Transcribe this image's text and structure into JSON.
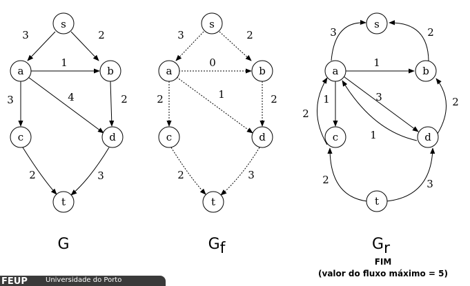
{
  "graphs": [
    {
      "id": "G",
      "caption": "G",
      "caption_sub": "",
      "edges": [
        {
          "from": "s",
          "to": "a",
          "label": "3"
        },
        {
          "from": "s",
          "to": "b",
          "label": "2"
        },
        {
          "from": "a",
          "to": "b",
          "label": "1"
        },
        {
          "from": "a",
          "to": "c",
          "label": "3"
        },
        {
          "from": "a",
          "to": "d",
          "label": "4"
        },
        {
          "from": "b",
          "to": "d",
          "label": "2"
        },
        {
          "from": "c",
          "to": "t",
          "label": "2"
        },
        {
          "from": "d",
          "to": "t",
          "label": "3"
        }
      ]
    },
    {
      "id": "Gf",
      "caption": "G",
      "caption_sub": "f",
      "edges": [
        {
          "from": "s",
          "to": "a",
          "label": "3"
        },
        {
          "from": "s",
          "to": "b",
          "label": "2"
        },
        {
          "from": "a",
          "to": "b",
          "label": "0"
        },
        {
          "from": "a",
          "to": "c",
          "label": "2"
        },
        {
          "from": "a",
          "to": "d",
          "label": "1"
        },
        {
          "from": "b",
          "to": "d",
          "label": "2"
        },
        {
          "from": "c",
          "to": "t",
          "label": "2"
        },
        {
          "from": "d",
          "to": "t",
          "label": "3"
        }
      ]
    },
    {
      "id": "Gr",
      "caption": "G",
      "caption_sub": "r",
      "edges": [
        {
          "from": "a",
          "to": "s",
          "label": "3"
        },
        {
          "from": "b",
          "to": "s",
          "label": "2"
        },
        {
          "from": "a",
          "to": "b",
          "label": "1"
        },
        {
          "from": "a",
          "to": "c",
          "label": "1"
        },
        {
          "from": "c",
          "to": "a",
          "label": "2"
        },
        {
          "from": "a",
          "to": "d",
          "label": "3"
        },
        {
          "from": "d",
          "to": "a",
          "label": "1"
        },
        {
          "from": "d",
          "to": "b",
          "label": "2"
        },
        {
          "from": "t",
          "to": "c",
          "label": "2"
        },
        {
          "from": "t",
          "to": "d",
          "label": "3"
        }
      ]
    }
  ],
  "nodes": [
    "s",
    "a",
    "b",
    "c",
    "d",
    "t"
  ],
  "footer": {
    "title": "FIM",
    "subtitle": "(valor do fluxo máximo = 5)",
    "logo": "FEUP",
    "institution": "Universidade do Porto"
  }
}
